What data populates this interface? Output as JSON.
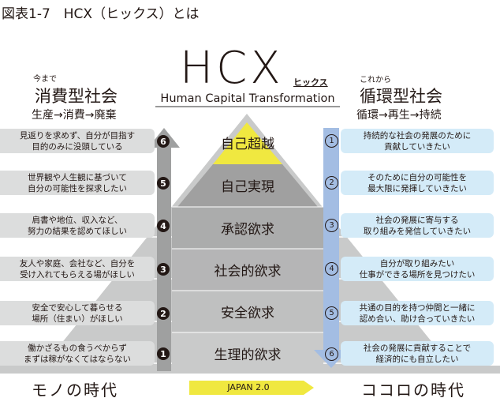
{
  "figure_title": "図表1-7　HCX（ヒックス）とは",
  "logo": {
    "main": "HCX",
    "reading": "ヒックス",
    "subtitle": "Human Capital Transformation"
  },
  "left_header": {
    "small": "今まで",
    "title": "消費型社会",
    "flow": "生産→消費→廃棄"
  },
  "right_header": {
    "small": "これから",
    "title": "循環型社会",
    "flow": "循環→再生→持続"
  },
  "pyramid_levels": [
    "自己超越",
    "自己実現",
    "承認欲求",
    "社会的欲求",
    "安全欲求",
    "生理的欲求"
  ],
  "left_items": [
    {
      "num": "6",
      "text": "見返りを求めず、自分が目指す\n目的のみに没頭している"
    },
    {
      "num": "5",
      "text": "世界観や人生観に基づいて\n自分の可能性を探求したい"
    },
    {
      "num": "4",
      "text": "肩書や地位、収入など、\n努力の結果を認めてほしい"
    },
    {
      "num": "3",
      "text": "友人や家庭、会社など、自分を\n受け入れてもらえる場がほしい"
    },
    {
      "num": "2",
      "text": "安全で安心して暮らせる\n場所（住まい）がほしい"
    },
    {
      "num": "1",
      "text": "働かざるもの食うべからず\nまずは稼がなくてはならない"
    }
  ],
  "right_items": [
    {
      "num": "1",
      "text": "持続的な社会の発展のために\n貢献していきたい"
    },
    {
      "num": "2",
      "text": "そのために自分の可能性を\n最大限に発揮していきたい"
    },
    {
      "num": "3",
      "text": "社会の発展に寄与する\n取り組みを発信していきたい"
    },
    {
      "num": "4",
      "text": "自分が取り組みたい\n仕事ができる場所を見つけたい"
    },
    {
      "num": "5",
      "text": "共通の目的を持つ仲間と一緒に\n認め合い、助け合っていきたい"
    },
    {
      "num": "6",
      "text": "社会の発展に貢献することで\n経済的にも自立したい"
    }
  ],
  "footer": {
    "left": "モノの時代",
    "center": "JAPAN 2.0",
    "right": "ココロの時代"
  },
  "colors": {
    "yellow": "#f0e840",
    "blue_arrow": "#a3bde3",
    "gray_arrow": "#9fa0a0",
    "right_box": "#d4ebf8",
    "left_box": "#dcdddd"
  }
}
